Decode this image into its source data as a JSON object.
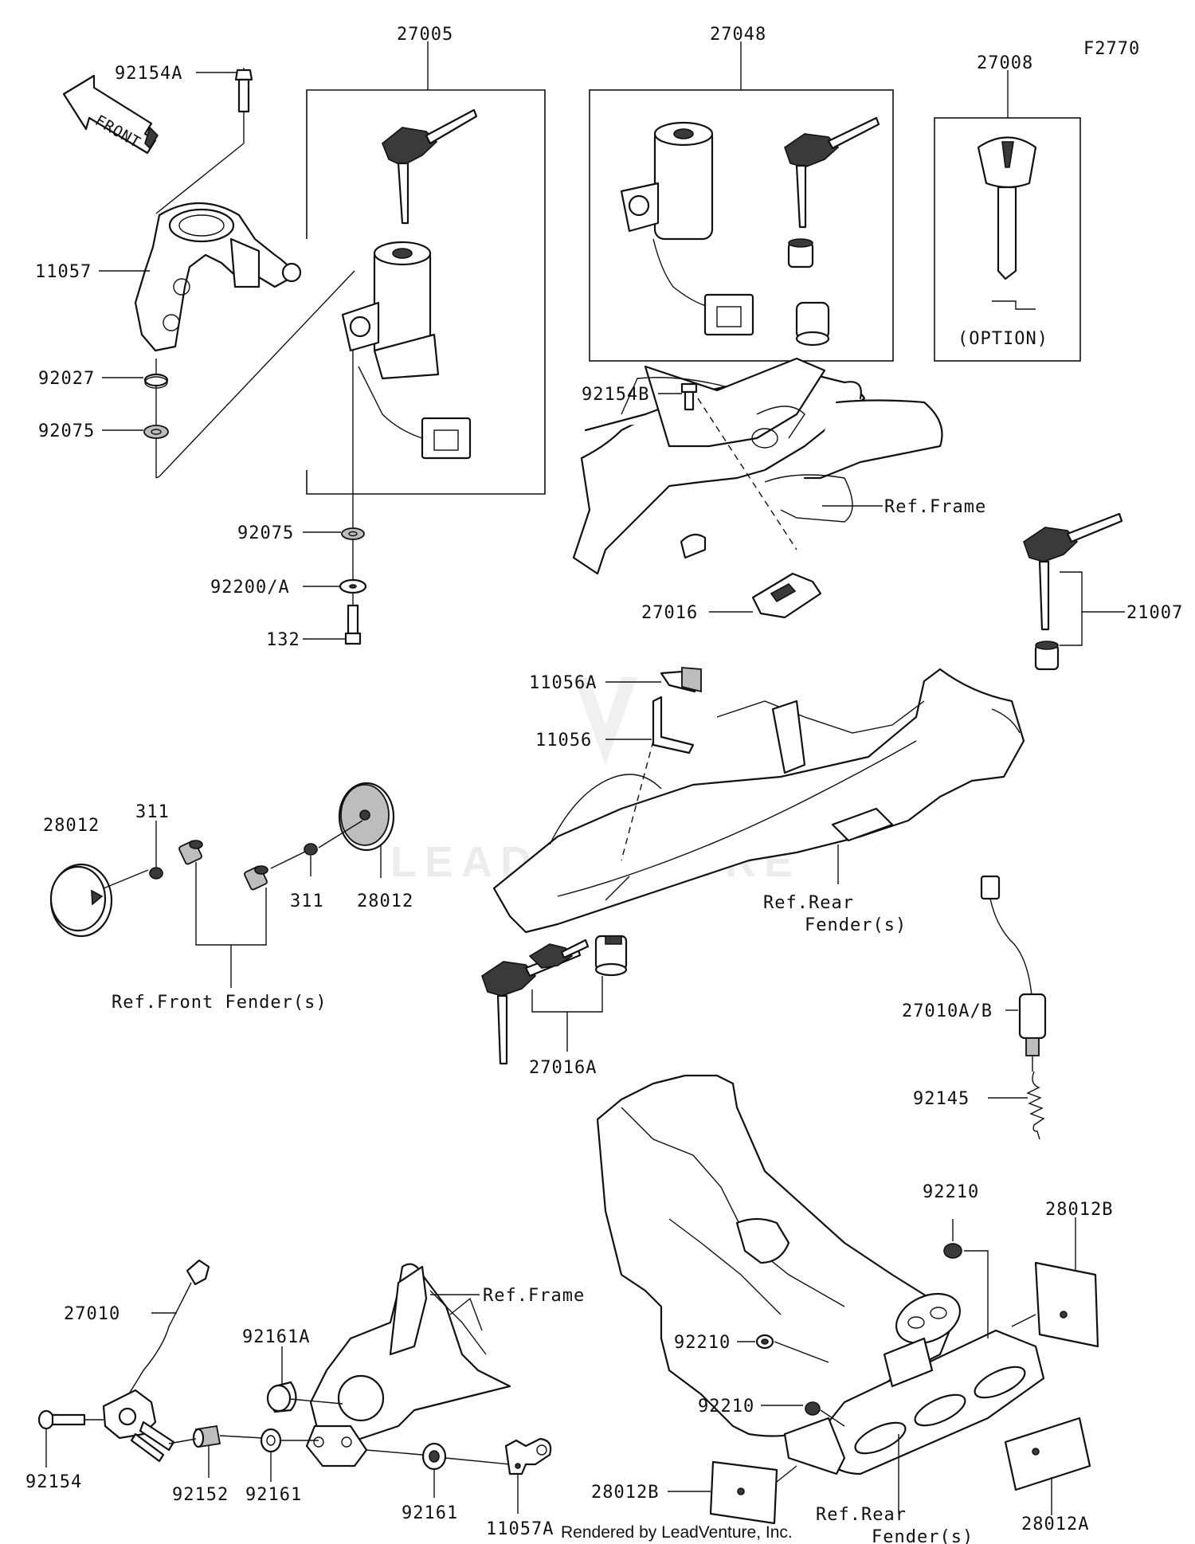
{
  "diagram_code": "F2770",
  "footer": "Rendered by LeadVenture, Inc.",
  "watermark": "LEADVENTURE",
  "front_arrow": "FRONT",
  "option_note": "(OPTION)",
  "parts": {
    "p27005": "27005",
    "p27048": "27048",
    "p27008": "27008",
    "p92154A": "92154A",
    "p11057": "11057",
    "p92027": "92027",
    "p92075a": "92075",
    "p92075b": "92075",
    "p92200A": "92200/A",
    "p132": "132",
    "p92154B": "92154B",
    "p27016": "27016",
    "p21007": "21007",
    "p11056A": "11056A",
    "p11056": "11056",
    "p28012a": "28012",
    "p311a": "311",
    "p311b": "311",
    "p28012b": "28012",
    "p27016A": "27016A",
    "p27010AB": "27010A/B",
    "p92145": "92145",
    "p92210a": "92210",
    "p28012B_top": "28012B",
    "p27010": "27010",
    "p92161A": "92161A",
    "p92210b": "92210",
    "p92210c": "92210",
    "p92154": "92154",
    "p92152": "92152",
    "p92161a": "92161",
    "p92161b": "92161",
    "p11057A": "11057A",
    "p28012B_bot": "28012B",
    "p28012A": "28012A"
  },
  "refs": {
    "frame_top": "Ref.Frame",
    "rear_fender_mid_1": "Ref.Rear",
    "rear_fender_mid_2": "Fender(s)",
    "front_fender": "Ref.Front Fender(s)",
    "frame_bottom": "Ref.Frame",
    "rear_fender_bot_1": "Ref.Rear",
    "rear_fender_bot_2": "Fender(s)"
  }
}
